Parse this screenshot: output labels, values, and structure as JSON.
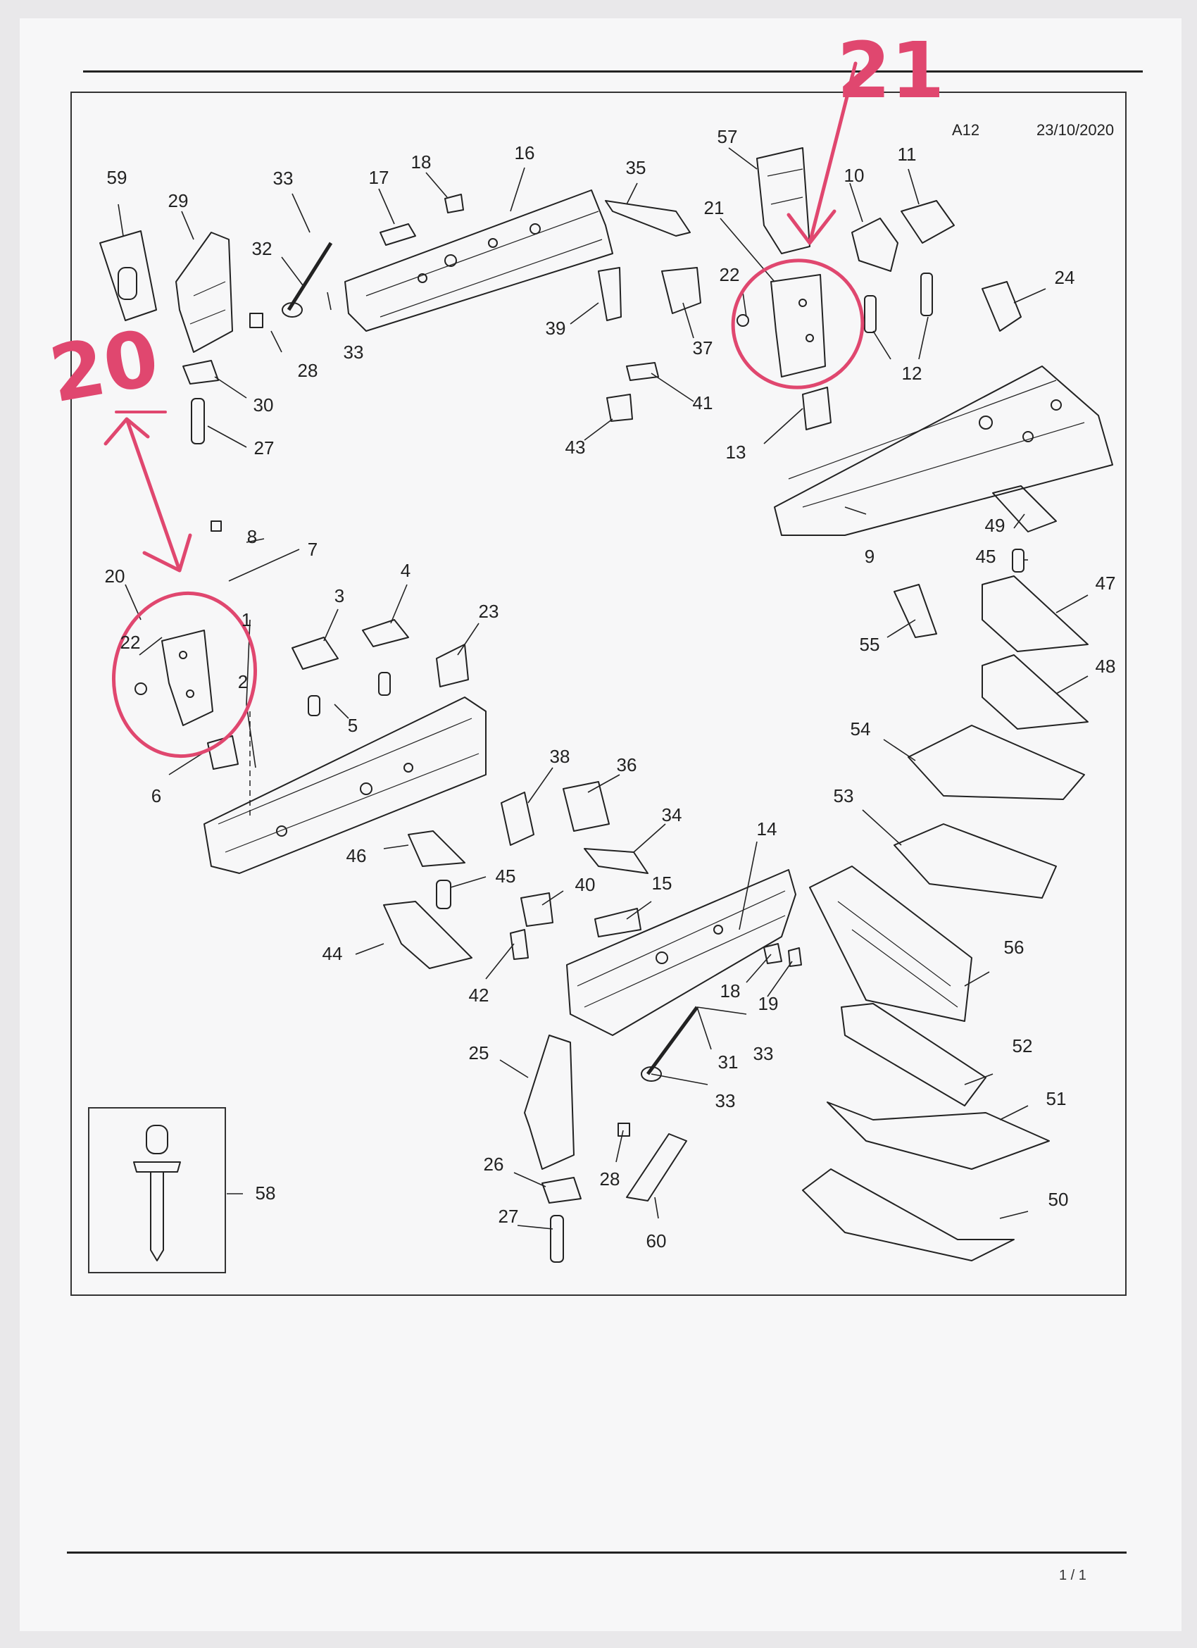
{
  "header": {
    "code": "A12",
    "date": "23/10/2020"
  },
  "footer": {
    "page": "1 / 1"
  },
  "annotations": {
    "left_circle_label": "20",
    "right_circle_label": "21"
  },
  "callouts": [
    {
      "id": "c59",
      "text": "59"
    },
    {
      "id": "c29",
      "text": "29"
    },
    {
      "id": "c33a",
      "text": "33"
    },
    {
      "id": "c32",
      "text": "32"
    },
    {
      "id": "c33b",
      "text": "33"
    },
    {
      "id": "c28a",
      "text": "28"
    },
    {
      "id": "c30",
      "text": "30"
    },
    {
      "id": "c27a",
      "text": "27"
    },
    {
      "id": "c17",
      "text": "17"
    },
    {
      "id": "c18a",
      "text": "18"
    },
    {
      "id": "c16",
      "text": "16"
    },
    {
      "id": "c35",
      "text": "35"
    },
    {
      "id": "c39",
      "text": "39"
    },
    {
      "id": "c37",
      "text": "37"
    },
    {
      "id": "c41",
      "text": "41"
    },
    {
      "id": "c43",
      "text": "43"
    },
    {
      "id": "c57",
      "text": "57"
    },
    {
      "id": "c21",
      "text": "21"
    },
    {
      "id": "c22a",
      "text": "22"
    },
    {
      "id": "c10",
      "text": "10"
    },
    {
      "id": "c11",
      "text": "11"
    },
    {
      "id": "c24",
      "text": "24"
    },
    {
      "id": "c12",
      "text": "12"
    },
    {
      "id": "c13",
      "text": "13"
    },
    {
      "id": "c9",
      "text": "9"
    },
    {
      "id": "c49",
      "text": "49"
    },
    {
      "id": "c45a",
      "text": "45"
    },
    {
      "id": "c47",
      "text": "47"
    },
    {
      "id": "c55",
      "text": "55"
    },
    {
      "id": "c48",
      "text": "48"
    },
    {
      "id": "c54",
      "text": "54"
    },
    {
      "id": "c53",
      "text": "53"
    },
    {
      "id": "c8",
      "text": "8"
    },
    {
      "id": "c7",
      "text": "7"
    },
    {
      "id": "c20",
      "text": "20"
    },
    {
      "id": "c22b",
      "text": "22"
    },
    {
      "id": "c1",
      "text": "1"
    },
    {
      "id": "c2",
      "text": "2"
    },
    {
      "id": "c3",
      "text": "3"
    },
    {
      "id": "c4",
      "text": "4"
    },
    {
      "id": "c23",
      "text": "23"
    },
    {
      "id": "c5",
      "text": "5"
    },
    {
      "id": "c6",
      "text": "6"
    },
    {
      "id": "c38",
      "text": "38"
    },
    {
      "id": "c36",
      "text": "36"
    },
    {
      "id": "c34",
      "text": "34"
    },
    {
      "id": "c46",
      "text": "46"
    },
    {
      "id": "c45b",
      "text": "45"
    },
    {
      "id": "c40",
      "text": "40"
    },
    {
      "id": "c15",
      "text": "15"
    },
    {
      "id": "c14",
      "text": "14"
    },
    {
      "id": "c44",
      "text": "44"
    },
    {
      "id": "c42",
      "text": "42"
    },
    {
      "id": "c56",
      "text": "56"
    },
    {
      "id": "c18b",
      "text": "18"
    },
    {
      "id": "c19",
      "text": "19"
    },
    {
      "id": "c33c",
      "text": "33"
    },
    {
      "id": "c31",
      "text": "31"
    },
    {
      "id": "c33d",
      "text": "33"
    },
    {
      "id": "c52",
      "text": "52"
    },
    {
      "id": "c25",
      "text": "25"
    },
    {
      "id": "c51",
      "text": "51"
    },
    {
      "id": "c28b",
      "text": "28"
    },
    {
      "id": "c26",
      "text": "26"
    },
    {
      "id": "c60",
      "text": "60"
    },
    {
      "id": "c27b",
      "text": "27"
    },
    {
      "id": "c50",
      "text": "50"
    },
    {
      "id": "c58",
      "text": "58"
    }
  ],
  "colors": {
    "ink": "#222222",
    "marker": "#e0476f",
    "paper": "#f7f7f8"
  }
}
